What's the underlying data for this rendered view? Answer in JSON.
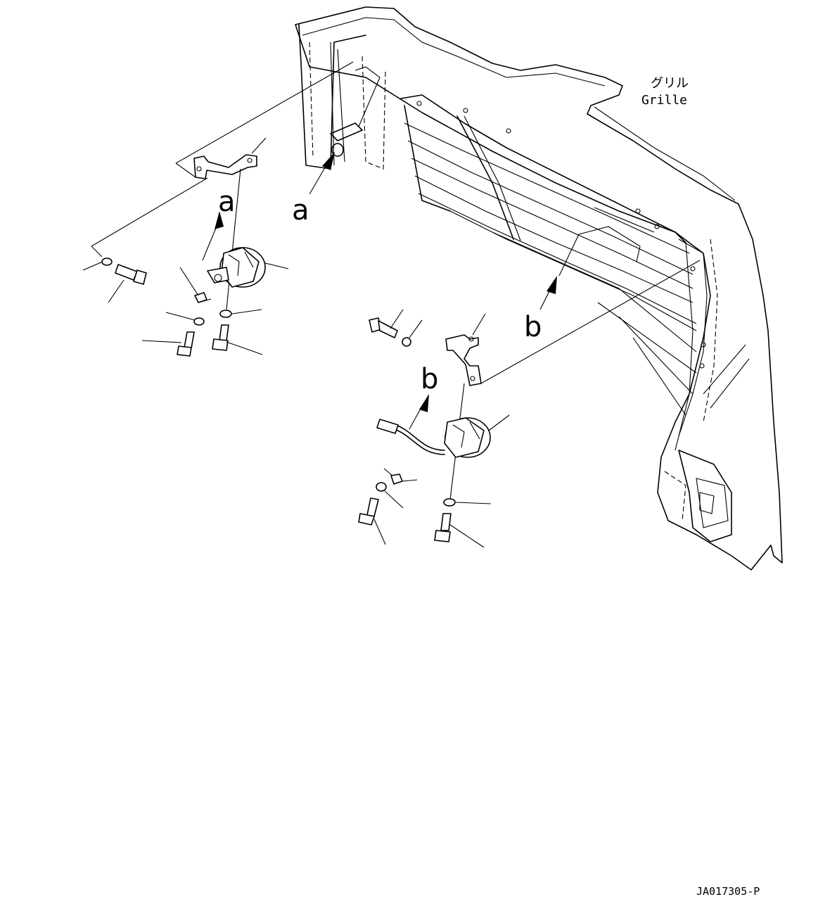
{
  "labels": {
    "grille_jp": "グリル",
    "grille_en": "Grille",
    "callout_a": "a",
    "callout_b": "b",
    "drawing_code": "JA017305-P"
  }
}
